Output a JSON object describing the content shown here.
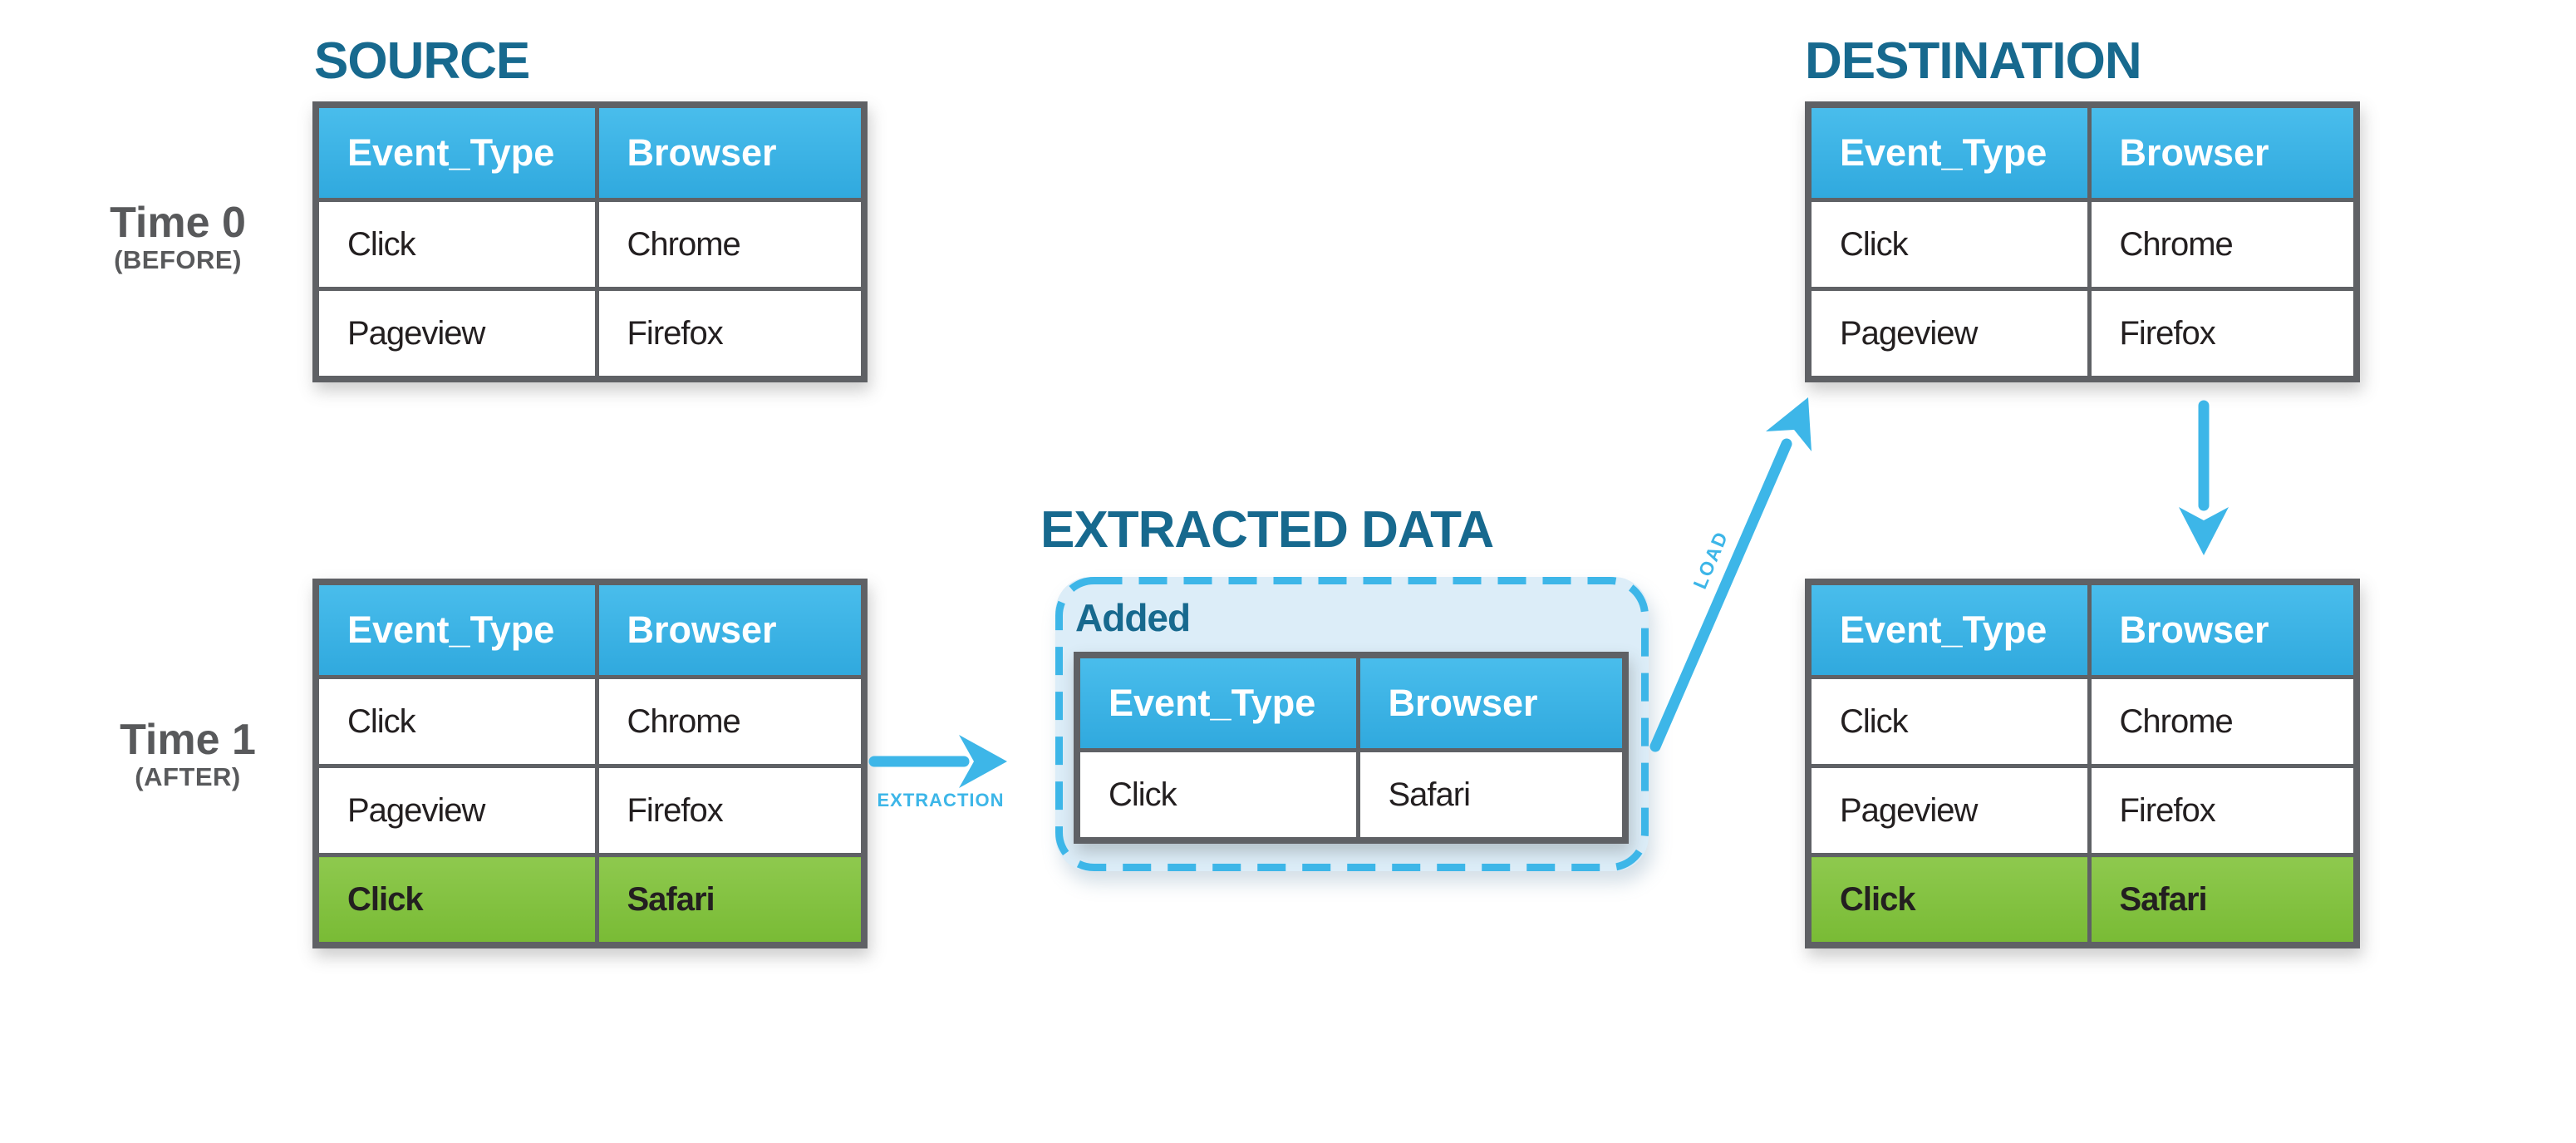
{
  "headings": {
    "source": "SOURCE",
    "extracted_data": "EXTRACTED DATA",
    "destination": "DESTINATION"
  },
  "time_labels": {
    "t0": {
      "title": "Time 0",
      "subtitle": "(BEFORE)"
    },
    "t1": {
      "title": "Time 1",
      "subtitle": "(AFTER)"
    }
  },
  "columns": [
    "Event_Type",
    "Browser"
  ],
  "tables": {
    "source_time0": {
      "rows": [
        [
          "Click",
          "Chrome"
        ],
        [
          "Pageview",
          "Firefox"
        ]
      ]
    },
    "source_time1": {
      "rows": [
        [
          "Click",
          "Chrome"
        ],
        [
          "Pageview",
          "Firefox"
        ],
        [
          "Click",
          "Safari"
        ]
      ],
      "added_row_index": 2
    },
    "extracted": {
      "box_label": "Added",
      "rows": [
        [
          "Click",
          "Safari"
        ]
      ]
    },
    "destination_time0": {
      "rows": [
        [
          "Click",
          "Chrome"
        ],
        [
          "Pageview",
          "Firefox"
        ]
      ]
    },
    "destination_time1": {
      "rows": [
        [
          "Click",
          "Chrome"
        ],
        [
          "Pageview",
          "Firefox"
        ],
        [
          "Click",
          "Safari"
        ]
      ],
      "added_row_index": 2
    }
  },
  "arrows": {
    "extraction_label": "EXTRACTION",
    "load_label": "LOAD"
  },
  "colors": {
    "accent_blue": "#3db6e8",
    "table_header_blue": "#3cb3e5",
    "heading_teal": "#17698e",
    "added_green": "#84c43e",
    "box_fill_light_blue": "#dcedf8",
    "border_gray": "#5f6165",
    "time_label_gray": "#58595b",
    "cell_text": "#231f20"
  }
}
